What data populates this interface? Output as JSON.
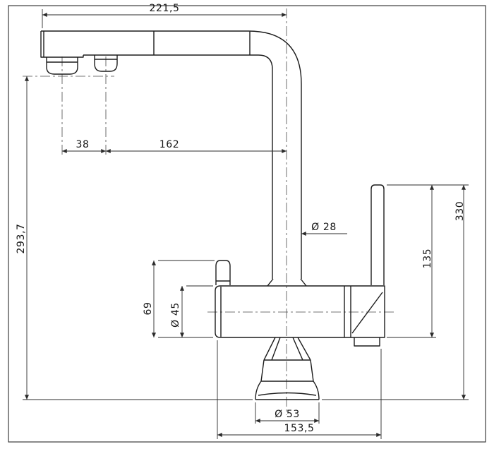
{
  "dimensions": {
    "spout_reach": "221,5",
    "outlet_spacing": "38",
    "outlet_to_riser": "162",
    "spout_outlet_height": "293,7",
    "overall_height": "330",
    "handle_span": "135",
    "spout_diameter": "Ø 28",
    "body_diameter": "Ø 45",
    "knob_to_body_bottom": "69",
    "base_diameter": "Ø 53",
    "base_width": "153,5"
  }
}
